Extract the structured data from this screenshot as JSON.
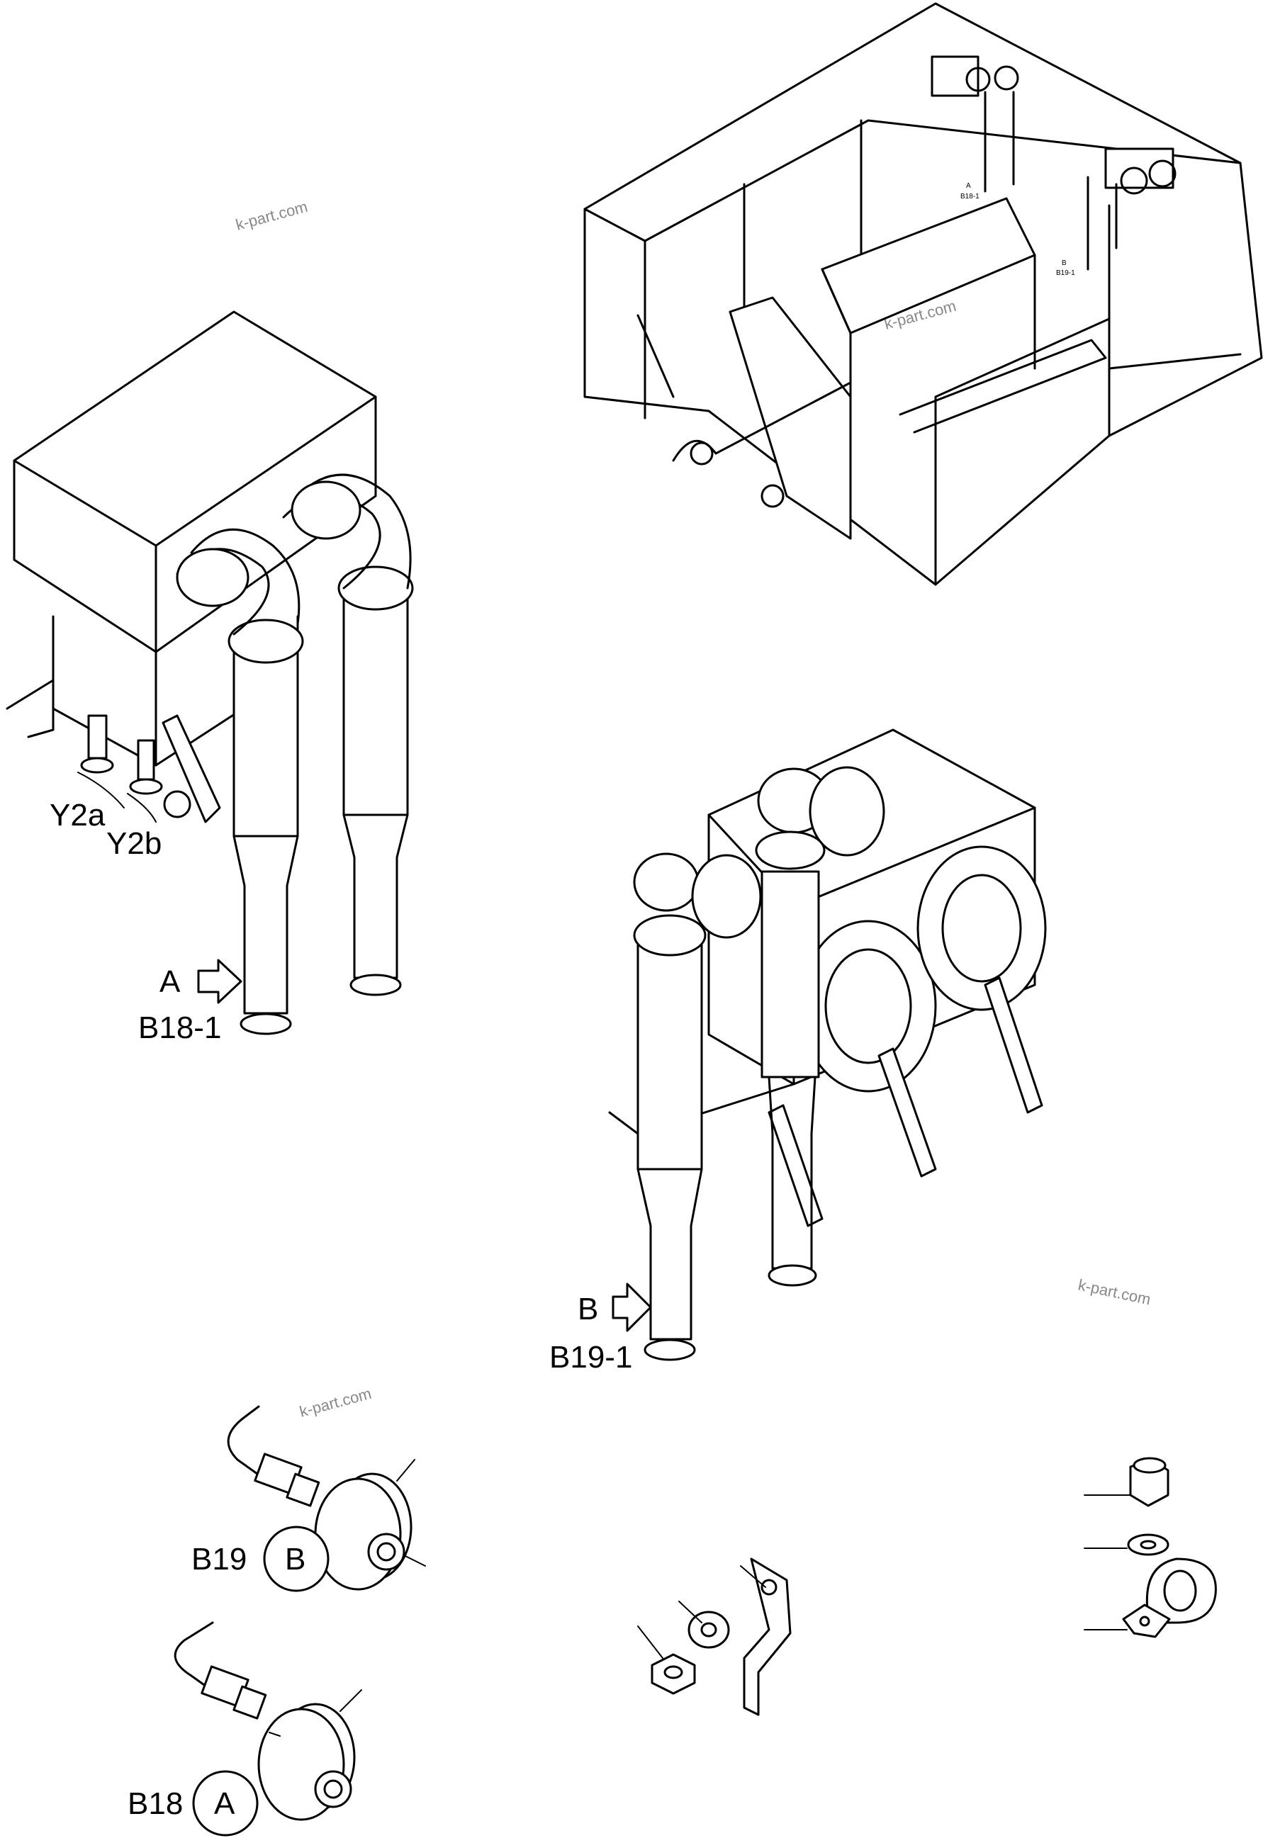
{
  "watermark": "k-part.com",
  "labels": {
    "y2a": "Y2a",
    "y2b": "Y2b",
    "a_marker": "A",
    "b18_1": "B18-1",
    "b_marker": "B",
    "b19_1": "B19-1",
    "b19": "B19",
    "b19_circle": "B",
    "b18": "B18",
    "b18_circle": "A",
    "mini_a": "A",
    "mini_b18_1": "B18-1",
    "mini_b": "B",
    "mini_b19_1": "B19-1"
  }
}
